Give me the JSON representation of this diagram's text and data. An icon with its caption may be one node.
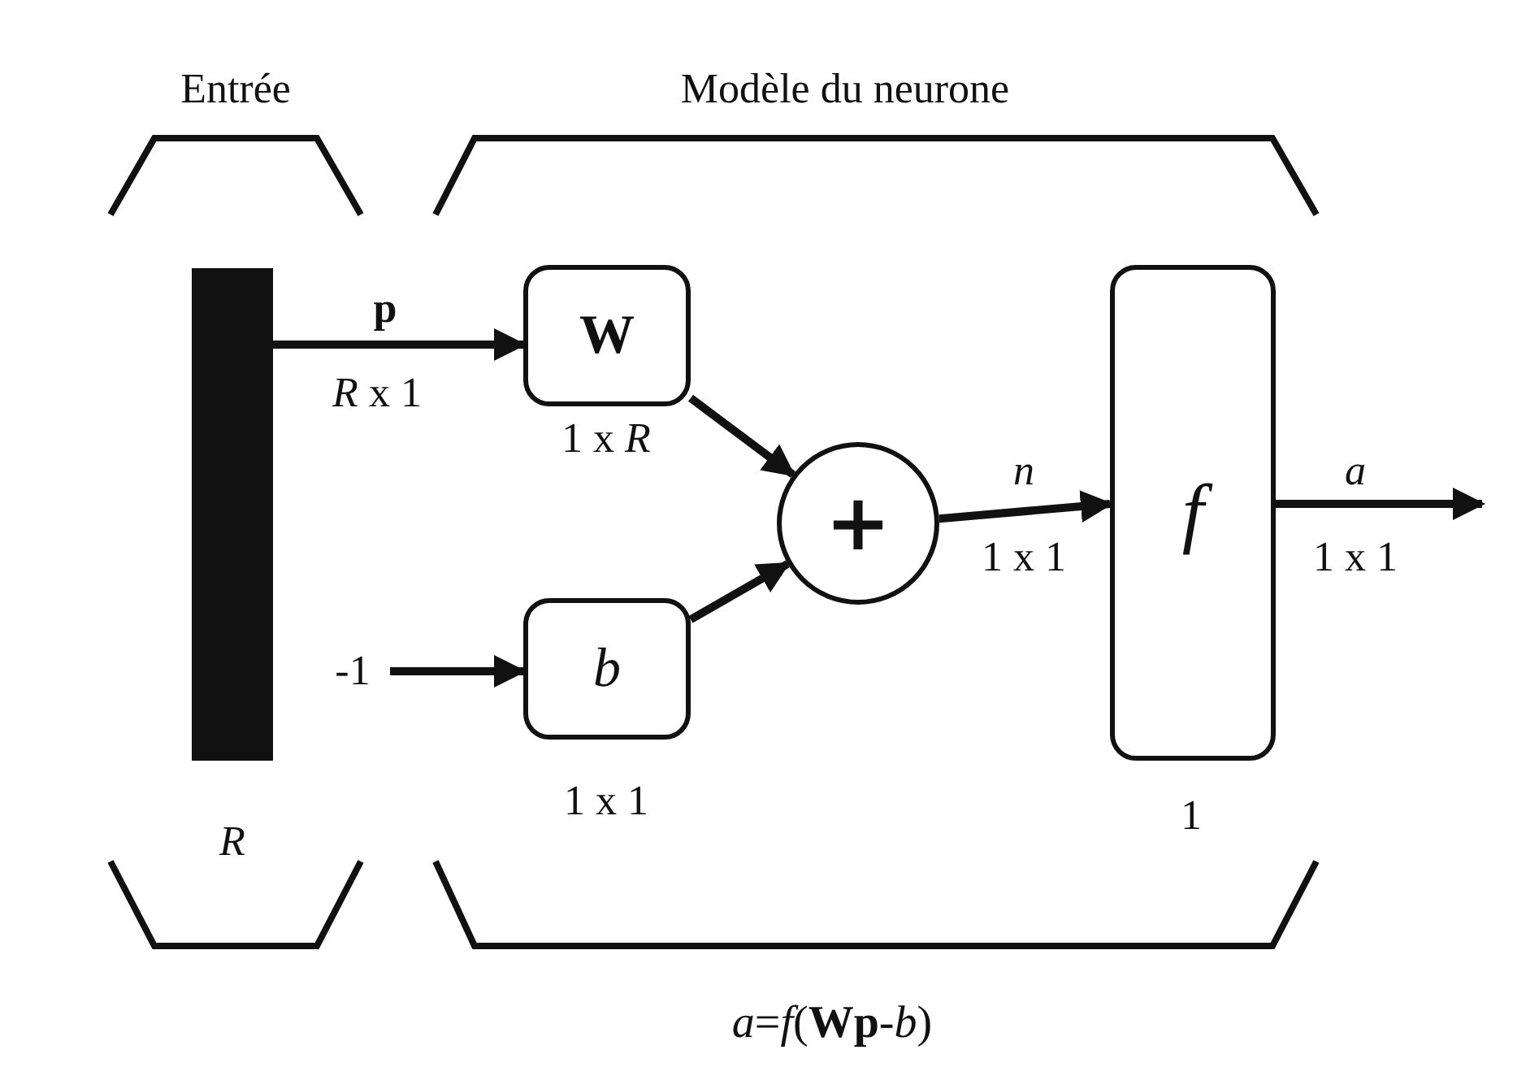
{
  "diagram": {
    "caption": "*a*=*f*(**Wp**-*b*)",
    "nodes": [
      {
        "text": [],
        "shape": "bar",
        "beside": [
          "*R*"
        ]
      },
      {
        "text": [
          "W"
        ],
        "beside": [
          "1 x *R*"
        ]
      },
      {
        "text": [
          "b"
        ],
        "beside": [
          "1 x 1"
        ]
      },
      {
        "text": [
          "+"
        ]
      },
      {
        "text": [
          "f"
        ],
        "beside": [
          "1"
        ]
      },
      {
        "text": [
          "-1"
        ]
      }
    ],
    "edges": [
      {
        "from": 0,
        "to": 1,
        "arrow": "to",
        "label": "p"
      },
      {
        "from": 5,
        "to": 2,
        "arrow": "to"
      },
      {
        "from": 1,
        "to": 3,
        "arrow": "to"
      },
      {
        "from": 2,
        "to": 3,
        "arrow": "to"
      },
      {
        "from": 3,
        "to": 4,
        "arrow": "to",
        "label": "n"
      },
      {
        "from": 4,
        "to": null,
        "arrow": "to",
        "label": "a"
      }
    ],
    "labels": [
      "Entrée",
      "Modèle du neurone",
      "*R* x 1",
      "1 x 1",
      "1 x 1"
    ]
  }
}
